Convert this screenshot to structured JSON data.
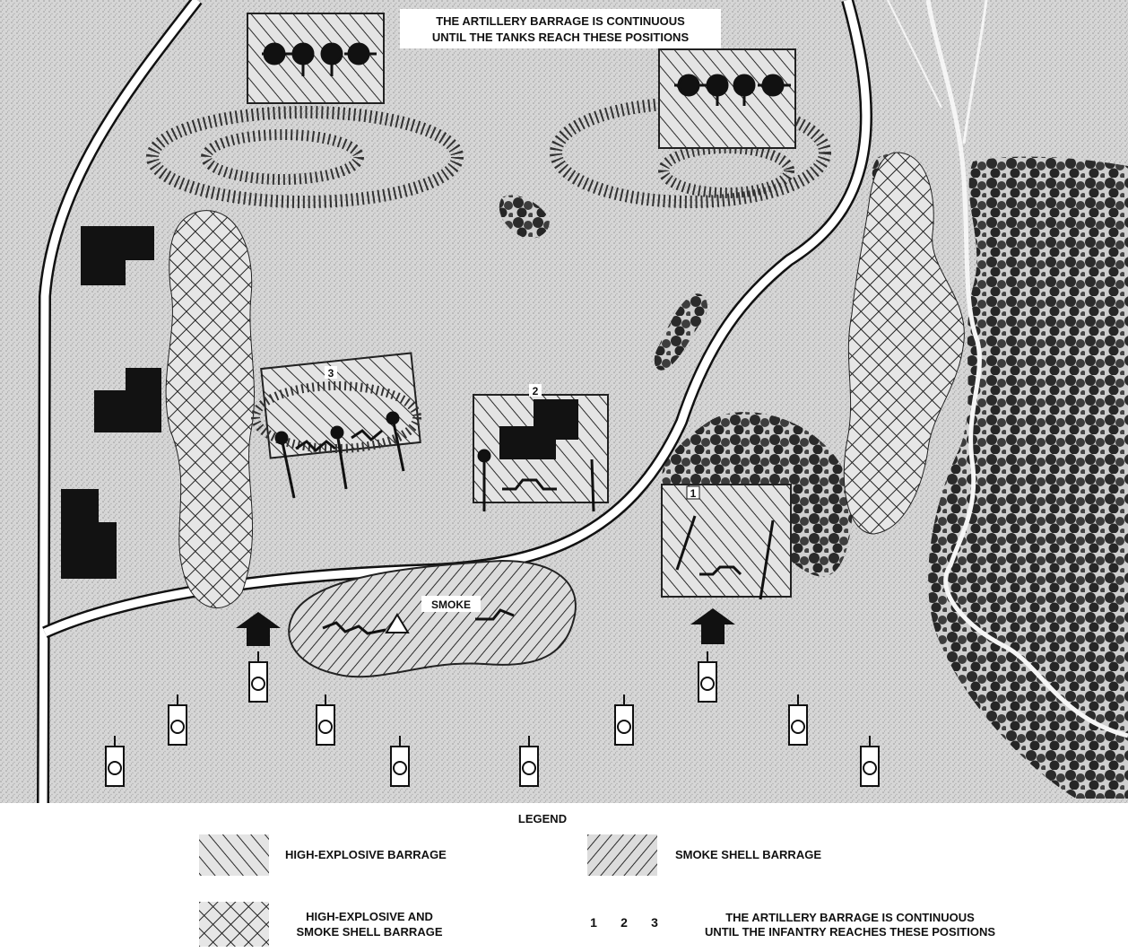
{
  "map": {
    "top_note_line1": "THE ARTILLERY BARRAGE IS CONTINUOUS",
    "top_note_line2": "UNTIL THE TANKS REACH THESE POSITIONS",
    "smoke_label": "SMOKE",
    "position_markers": [
      "1",
      "2",
      "3"
    ]
  },
  "legend": {
    "title": "LEGEND",
    "he_barrage": "HIGH-EXPLOSIVE BARRAGE",
    "smoke_barrage": "SMOKE SHELL BARRAGE",
    "he_smoke_line1": "HIGH-EXPLOSIVE AND",
    "he_smoke_line2": "SMOKE SHELL BARRAGE",
    "numbers": [
      "1",
      "2",
      "3"
    ],
    "infantry_note_line1": "THE ARTILLERY BARRAGE IS CONTINUOUS",
    "infantry_note_line2": "UNTIL THE INFANTRY REACHES THESE POSITIONS"
  },
  "colors": {
    "terrain": "#d9d9d9",
    "ink": "#111111",
    "paper": "#ffffff",
    "hatch": "#3a3a3a"
  }
}
